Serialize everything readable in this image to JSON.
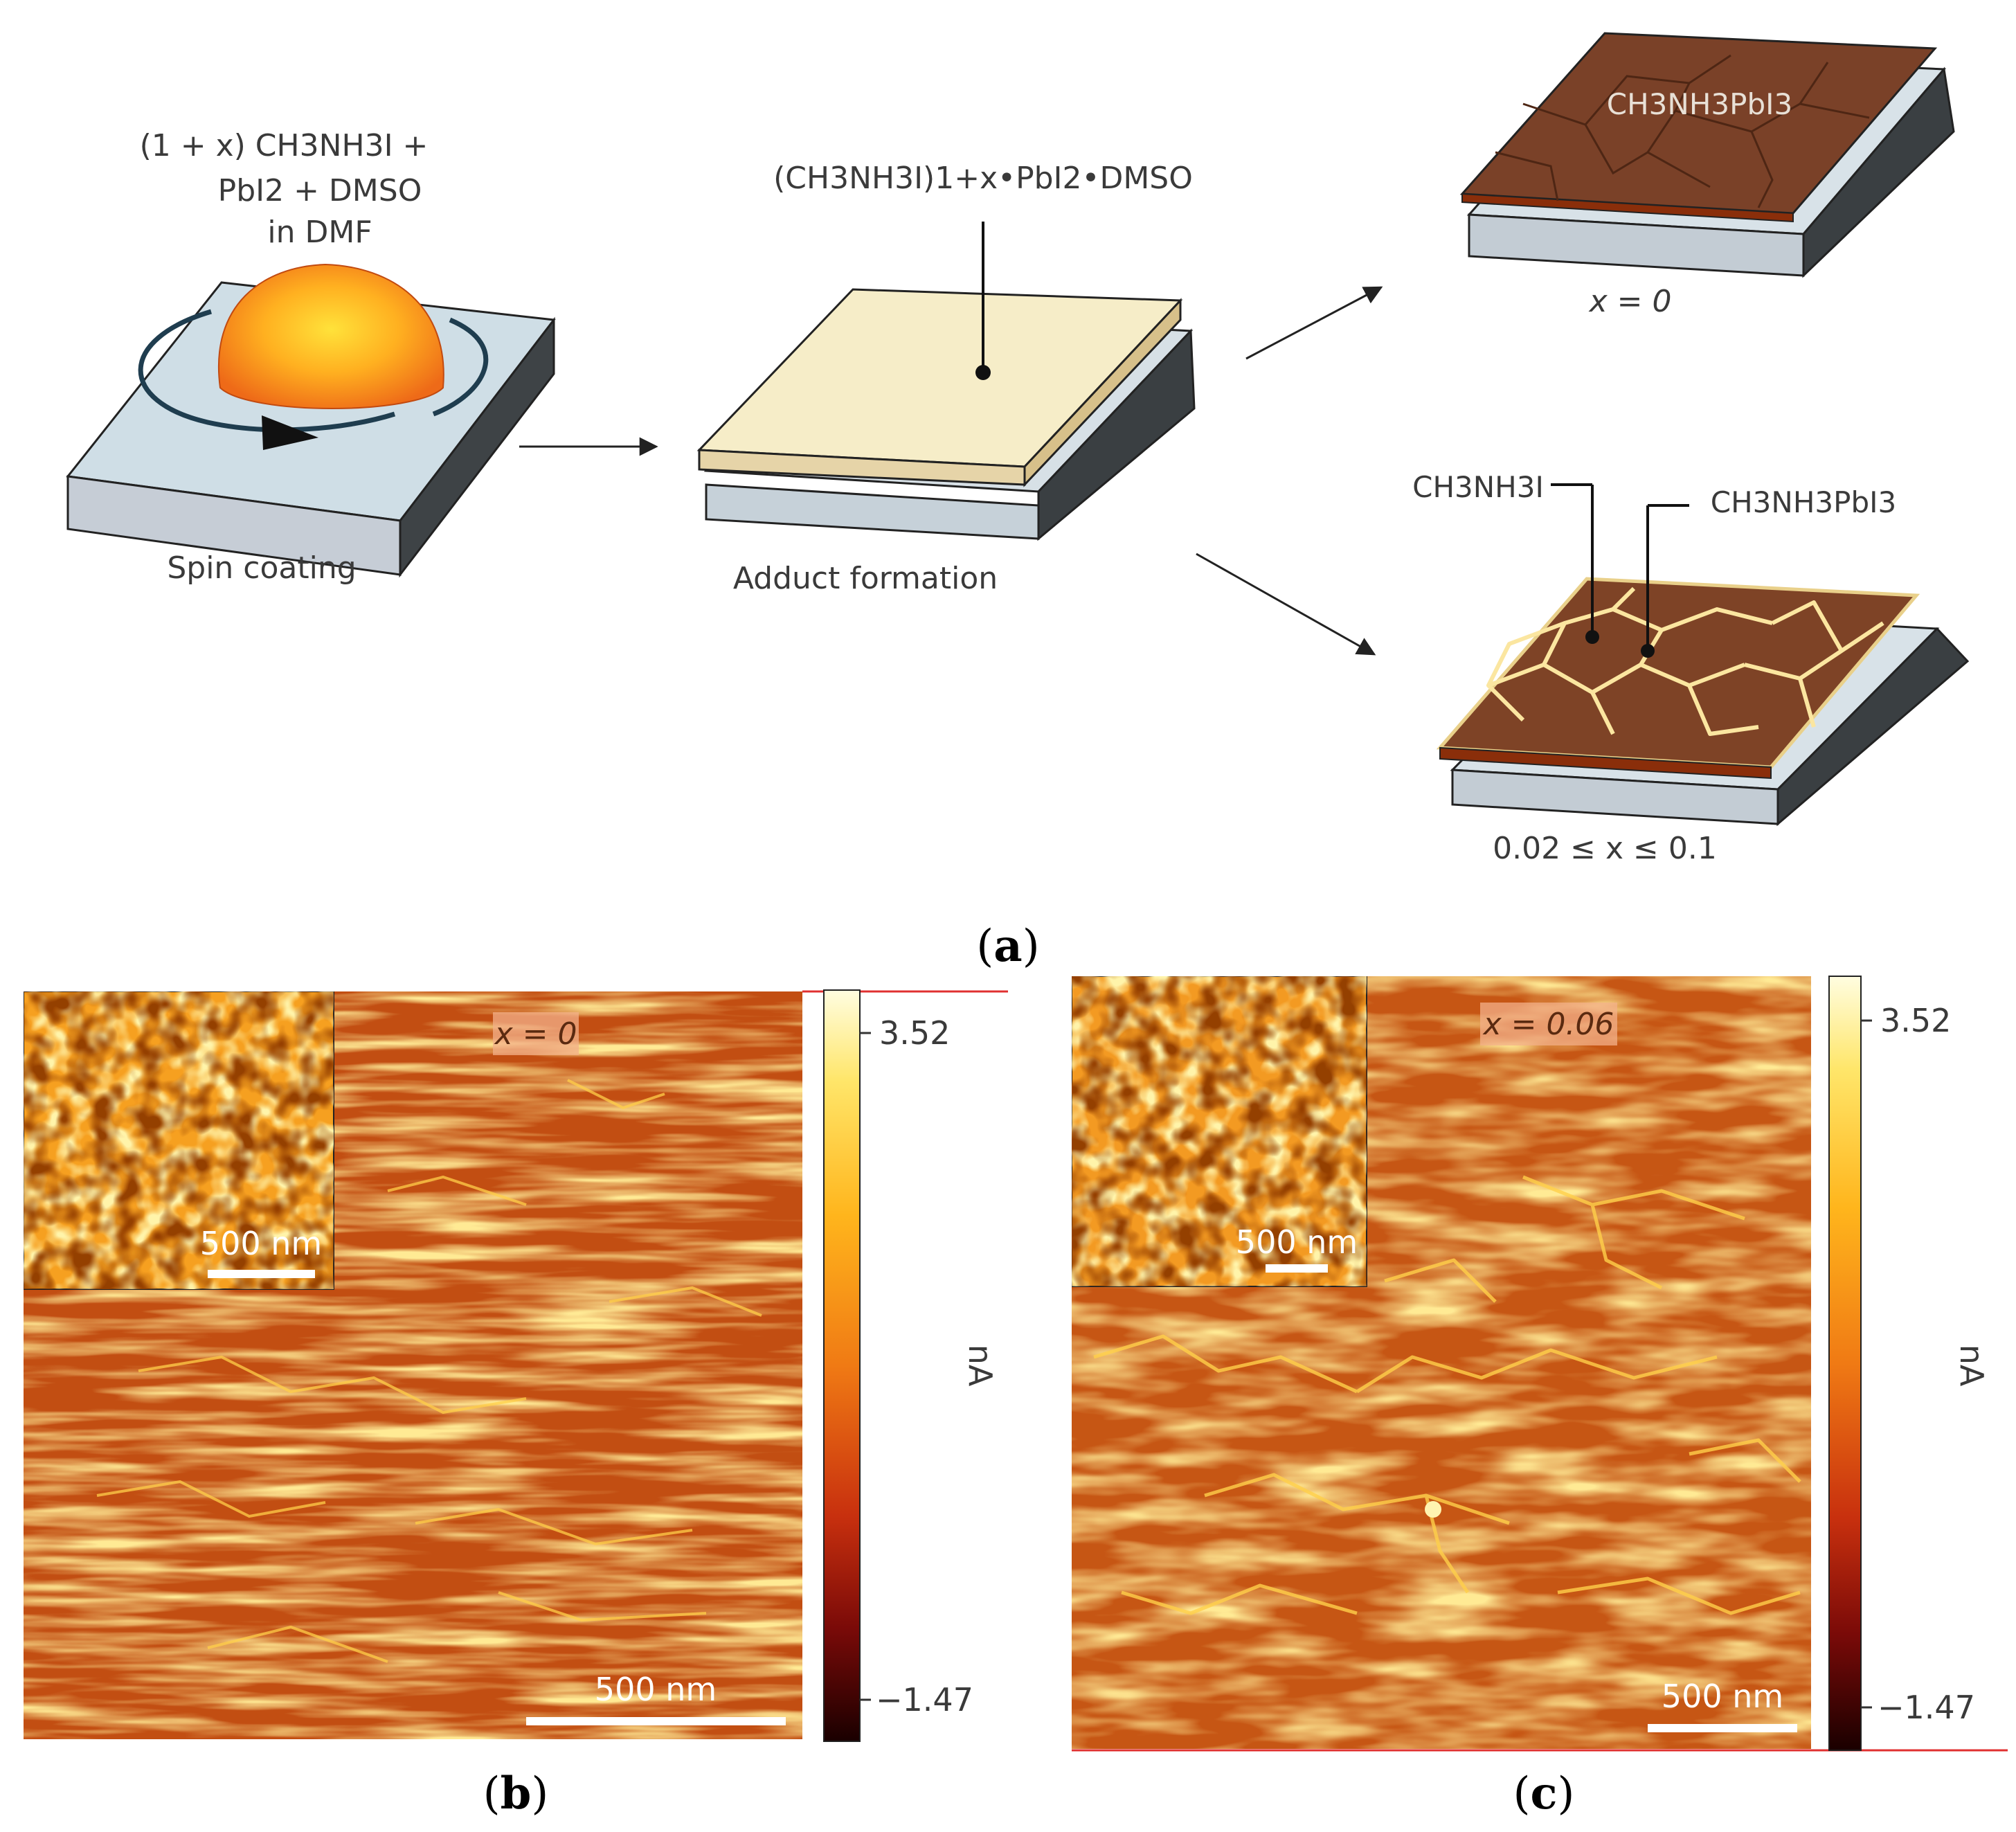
{
  "panel_a": {
    "caption": {
      "open": "(",
      "letter": "a",
      "close": ")"
    },
    "step1": {
      "reagent_line1": "(1 + x) CH3NH3I +",
      "reagent_line2": "PbI2 + DMSO",
      "reagent_line3": "in DMF",
      "label": "Spin coating"
    },
    "step2": {
      "adduct_formula": "(CH3NH3I)1+x•PbI2•DMSO",
      "label": "Adduct formation"
    },
    "result_top": {
      "film_label": "CH3NH3PbI3",
      "condition": "x = 0"
    },
    "result_bottom": {
      "label_left": "CH3NH3I",
      "label_right": "CH3NH3PbI3",
      "condition": "0.02 ≤ x ≤ 0.1"
    }
  },
  "panel_b": {
    "caption": {
      "open": "(",
      "letter": "b",
      "close": ")"
    },
    "tag": "x = 0",
    "inset_scale": "500 nm",
    "main_scale": "500 nm",
    "colorbar": {
      "max": "3.52",
      "min": "−1.47",
      "unit": "nA"
    }
  },
  "panel_c": {
    "caption": {
      "open": "(",
      "letter": "c",
      "close": ")"
    },
    "tag": "x = 0.06",
    "inset_scale": "500 nm",
    "main_scale": "500 nm",
    "colorbar": {
      "max": "3.52",
      "min": "−1.47",
      "unit": "nA"
    }
  },
  "colors": {
    "afm_base": "#c24e12",
    "afm_bright": "#ffd34a",
    "perovskite_brown": "#7a4128",
    "adduct_cream": "#f6ecc6",
    "substrate_blue": "#c9d6de",
    "substrate_dark": "#3a3f42"
  }
}
